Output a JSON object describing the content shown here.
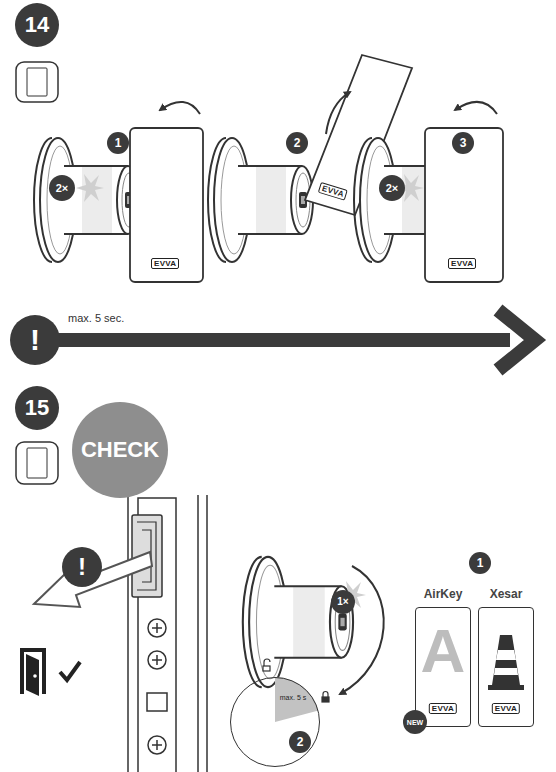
{
  "diagram": {
    "nodes": [
      {
        "text": [
          "14"
        ]
      },
      {
        "text": [
          "1"
        ]
      },
      {
        "text": [
          "2×"
        ]
      },
      {
        "text": [
          "2"
        ]
      },
      {
        "text": [
          "3"
        ]
      },
      {
        "text": [
          "2×"
        ]
      },
      {
        "text": [
          "!"
        ]
      },
      {
        "text": [
          "15"
        ]
      },
      {
        "text": [
          "CHECK"
        ]
      },
      {
        "text": [
          "!"
        ]
      },
      {
        "text": [
          "1×"
        ]
      },
      {
        "text": [
          "1"
        ]
      },
      {
        "text": [
          "max. 5 s"
        ]
      },
      {
        "text": [
          "2"
        ]
      },
      {
        "text": [
          "AirKey",
          "A",
          "EVVA"
        ]
      },
      {
        "text": [
          "NEW"
        ]
      },
      {
        "text": [
          "Xesar",
          "EVVA"
        ]
      }
    ],
    "labels": [
      "max. 5 sec.",
      "EVVA",
      "EVVA",
      "EVVA"
    ]
  }
}
